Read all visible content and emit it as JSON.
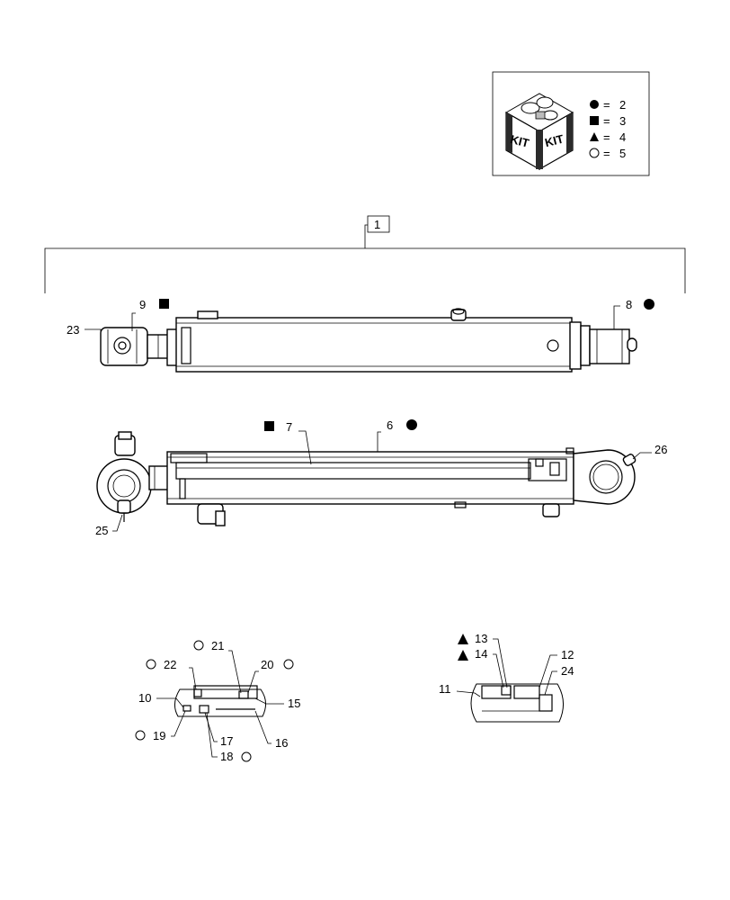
{
  "kit_legend": {
    "kit_label_left": "KIT",
    "kit_label_right": "KIT",
    "entries": [
      {
        "symbol": "filled-circle",
        "eq": "=",
        "num": "2"
      },
      {
        "symbol": "filled-square",
        "eq": "=",
        "num": "3"
      },
      {
        "symbol": "filled-triangle",
        "eq": "=",
        "num": "4"
      },
      {
        "symbol": "open-circle",
        "eq": "=",
        "num": "5"
      }
    ]
  },
  "callouts": {
    "c1": "1",
    "c6": "6",
    "c7": "7",
    "c8": "8",
    "c9": "9",
    "c10": "10",
    "c11": "11",
    "c12": "12",
    "c13": "13",
    "c14": "14",
    "c15": "15",
    "c16": "16",
    "c17": "17",
    "c18": "18",
    "c19": "19",
    "c20": "20",
    "c21": "21",
    "c22": "22",
    "c23": "23",
    "c24": "24",
    "c25": "25",
    "c26": "26"
  },
  "colors": {
    "line": "#000000",
    "background": "#ffffff",
    "kit_box_dark": "#2b2b2b"
  }
}
